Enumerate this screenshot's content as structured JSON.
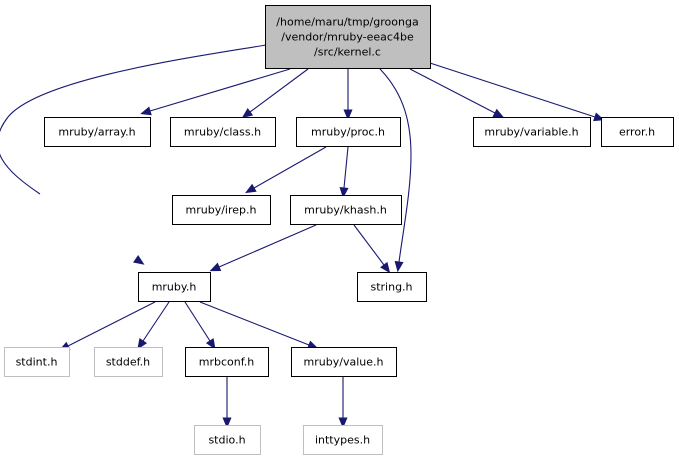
{
  "diagram": {
    "title": "",
    "colors": {
      "edge": "#191970",
      "root_fill": "#bfbfbf",
      "external_border": "#bfbfbf",
      "node_border": "#000000"
    },
    "nodes": [
      {
        "id": "kernel",
        "lines": [
          "/home/maru/tmp/groonga",
          "/vendor/mruby-eeac4be",
          "/src/kernel.c"
        ],
        "style": "root"
      },
      {
        "id": "array",
        "lines": [
          "mruby/array.h"
        ],
        "style": "normal"
      },
      {
        "id": "class",
        "lines": [
          "mruby/class.h"
        ],
        "style": "normal"
      },
      {
        "id": "proc",
        "lines": [
          "mruby/proc.h"
        ],
        "style": "normal"
      },
      {
        "id": "variable",
        "lines": [
          "mruby/variable.h"
        ],
        "style": "normal"
      },
      {
        "id": "error",
        "lines": [
          "error.h"
        ],
        "style": "normal"
      },
      {
        "id": "irep",
        "lines": [
          "mruby/irep.h"
        ],
        "style": "normal"
      },
      {
        "id": "khash",
        "lines": [
          "mruby/khash.h"
        ],
        "style": "normal"
      },
      {
        "id": "mruby",
        "lines": [
          "mruby.h"
        ],
        "style": "normal"
      },
      {
        "id": "string",
        "lines": [
          "string.h"
        ],
        "style": "normal"
      },
      {
        "id": "stdint",
        "lines": [
          "stdint.h"
        ],
        "style": "external"
      },
      {
        "id": "stddef",
        "lines": [
          "stddef.h"
        ],
        "style": "external"
      },
      {
        "id": "mrbconf",
        "lines": [
          "mrbconf.h"
        ],
        "style": "normal"
      },
      {
        "id": "value",
        "lines": [
          "mruby/value.h"
        ],
        "style": "normal"
      },
      {
        "id": "stdio",
        "lines": [
          "stdio.h"
        ],
        "style": "external"
      },
      {
        "id": "inttypes",
        "lines": [
          "inttypes.h"
        ],
        "style": "external"
      }
    ],
    "edges": [
      {
        "from": "kernel",
        "to": "mruby"
      },
      {
        "from": "kernel",
        "to": "array"
      },
      {
        "from": "kernel",
        "to": "class"
      },
      {
        "from": "kernel",
        "to": "proc"
      },
      {
        "from": "kernel",
        "to": "string"
      },
      {
        "from": "kernel",
        "to": "variable"
      },
      {
        "from": "kernel",
        "to": "error"
      },
      {
        "from": "proc",
        "to": "irep"
      },
      {
        "from": "proc",
        "to": "khash"
      },
      {
        "from": "khash",
        "to": "mruby"
      },
      {
        "from": "khash",
        "to": "string"
      },
      {
        "from": "mruby",
        "to": "stdint"
      },
      {
        "from": "mruby",
        "to": "stddef"
      },
      {
        "from": "mruby",
        "to": "mrbconf"
      },
      {
        "from": "mruby",
        "to": "value"
      },
      {
        "from": "mrbconf",
        "to": "stdio"
      },
      {
        "from": "value",
        "to": "inttypes"
      }
    ]
  }
}
